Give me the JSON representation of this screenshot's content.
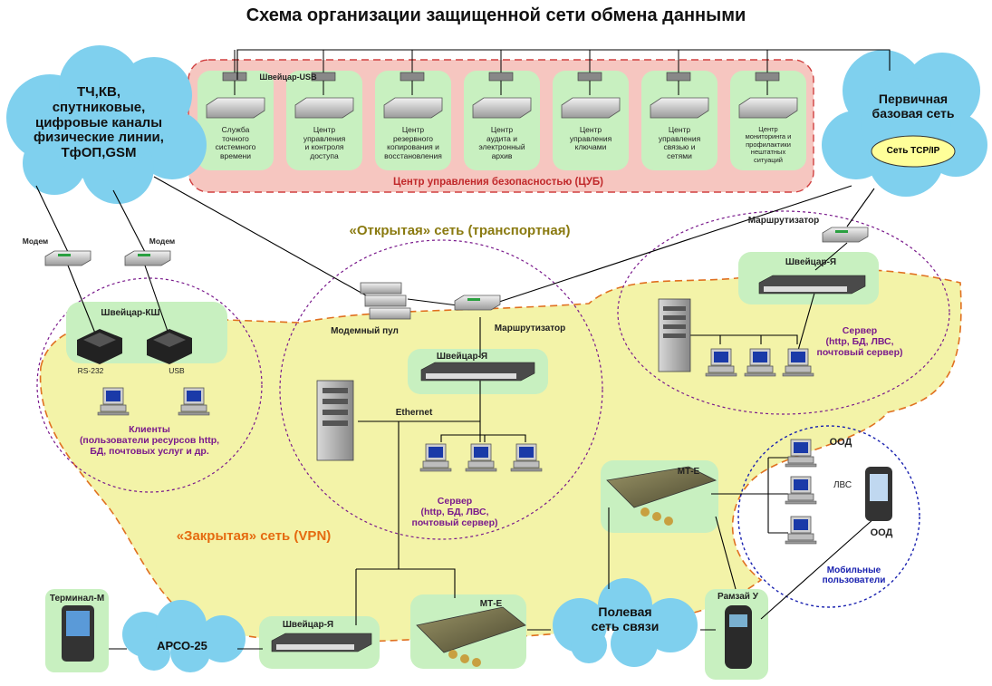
{
  "title": "Схема организации защищенной сети обмена данными",
  "clouds": {
    "channels": "ТЧ,КВ,\nспутниковые,\nцифровые каналы\nфизические линии,\nТфОП,GSM",
    "primary_net": "Первичная\nбазовая сеть",
    "tcpip": "Сеть TCP/IP",
    "apco": "АРСО-25",
    "field_net": "Полевая\nсеть связи"
  },
  "security_center": {
    "label": "Центр управления безопасностью (ЦУБ)",
    "switch_label": "Швейцар-USB",
    "units": [
      "Служба\nточного\nсистемного\nвремени",
      "Центр\nуправления\nи контроля\nдоступа",
      "Центр\nрезервного\nкопирования и\nвосстановления",
      "Центр\nаудита и\nэлектронный\nархив",
      "Центр\nуправления\nключами",
      "Центр\nуправления\nсвязью и\nсетями",
      "Центр\nмониторинга и\nпрофилактики\nнештатных\nситуаций"
    ]
  },
  "zones": {
    "open_net": "«Открытая» сеть (транспортная)",
    "closed_net": "«Закрытая» сеть  (VPN)"
  },
  "labels": {
    "modem_left": "Модем",
    "modem_right": "Модем",
    "switch_ksh": "Швейцар-КШ",
    "rs232": "RS-232",
    "usb": "USB",
    "clients": "Клиенты\n(пользователи ресурсов http,\nБД, почтовых услуг и др.",
    "modem_pool": "Модемный пул",
    "router_center": "Маршрутизатор",
    "switch_center": "Швейцар-Я",
    "ethernet": "Ethernet",
    "server_center": "Сервер\n(http, БД, ЛВС,\nпочтовый сервер)",
    "router_right": "Маршрутизатор",
    "switch_right": "Швейцар-Я",
    "server_right": "Сервер\n(http, БД, ЛВС,\nпочтовый сервер)",
    "mt_e_top": "МТ-Е",
    "mt_e_bottom": "МТ-Е",
    "ood_top": "ООД",
    "lvs": "ЛВС",
    "ood_bottom": "ООД",
    "mobile_users": "Мобильные\nпользователи",
    "ramzai": "Рамзай У",
    "terminal": "Терминал-М",
    "switch_bottom": "Швейцар-Я"
  },
  "colors": {
    "cloud": "#7fd0ee",
    "green_box": "#c8f0c0",
    "pink_box": "#f6c6c0",
    "yellow_zone": "#f3f3a8",
    "dash_orange": "#e07020",
    "dash_purple": "#7a1a8c",
    "dash_blue": "#1a22b0"
  }
}
